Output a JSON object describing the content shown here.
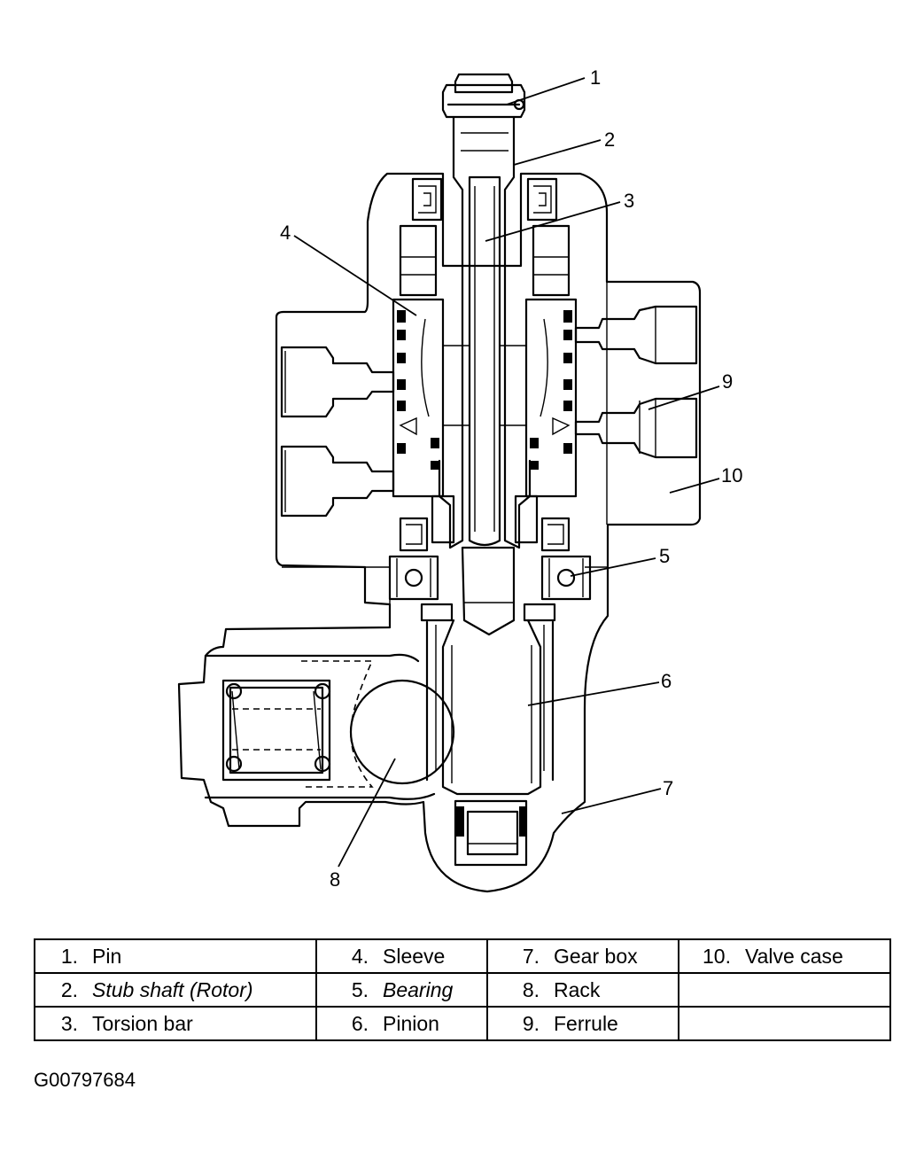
{
  "callouts": [
    "1",
    "2",
    "3",
    "4",
    "5",
    "6",
    "7",
    "8",
    "9",
    "10"
  ],
  "legend": {
    "rows": [
      [
        {
          "num": "1.",
          "label": "Pin",
          "italic": false
        },
        {
          "num": "4.",
          "label": "Sleeve",
          "italic": false
        },
        {
          "num": "7.",
          "label": "Gear box",
          "italic": false
        },
        {
          "num": "10.",
          "label": "Valve case",
          "italic": false
        }
      ],
      [
        {
          "num": "2.",
          "label": "Stub shaft (Rotor)",
          "italic": true
        },
        {
          "num": "5.",
          "label": "Bearing",
          "italic": true
        },
        {
          "num": "8.",
          "label": "Rack",
          "italic": false
        },
        {
          "num": "",
          "label": "",
          "italic": false
        }
      ],
      [
        {
          "num": "3.",
          "label": "Torsion bar",
          "italic": false
        },
        {
          "num": "6.",
          "label": "Pinion",
          "italic": false
        },
        {
          "num": "9.",
          "label": "Ferrule",
          "italic": false
        },
        {
          "num": "",
          "label": "",
          "italic": false
        }
      ]
    ]
  },
  "figure_id": "G00797684"
}
